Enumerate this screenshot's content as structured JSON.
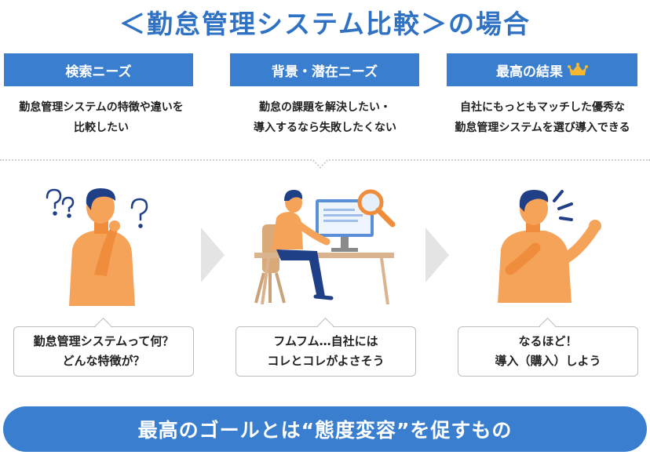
{
  "title": "＜勤怠管理システム比較＞の場合",
  "columns": [
    {
      "heading": "検索ニーズ",
      "desc_line1": "勤怠管理システムの特徴や違いを",
      "desc_line2": "比較したい",
      "bubble_line1": "勤怠管理システムって何？",
      "bubble_line2": "どんな特徴が？"
    },
    {
      "heading": "背景・潜在ニーズ",
      "desc_line1": "勤怠の課題を解決したい・",
      "desc_line2": "導入するなら失敗したくない",
      "bubble_line1": "フムフム…自社には",
      "bubble_line2": "コレとコレがよさそう"
    },
    {
      "heading": "最高の結果",
      "desc_line1": "自社にもっともマッチした優秀な",
      "desc_line2": "勤怠管理システムを選び導入できる",
      "bubble_line1": "なるほど！",
      "bubble_line2": "導入（購入）しよう"
    }
  ],
  "goal": "最高のゴールとは“態度変容”を促すもの",
  "colors": {
    "primary": "#3a7fcf",
    "title": "#2f72c4",
    "skin": "#f6a35a",
    "hair": "#1f3f86",
    "arrow": "#e4e4e4",
    "crown": "#f5b82e"
  },
  "icons": {
    "crown": "crown-icon",
    "question_marks": "question-mark-icon",
    "magnifier": "magnifier-icon",
    "exclamation_lines": "exclamation-lines-icon",
    "arrow": "chevron-right-icon"
  }
}
